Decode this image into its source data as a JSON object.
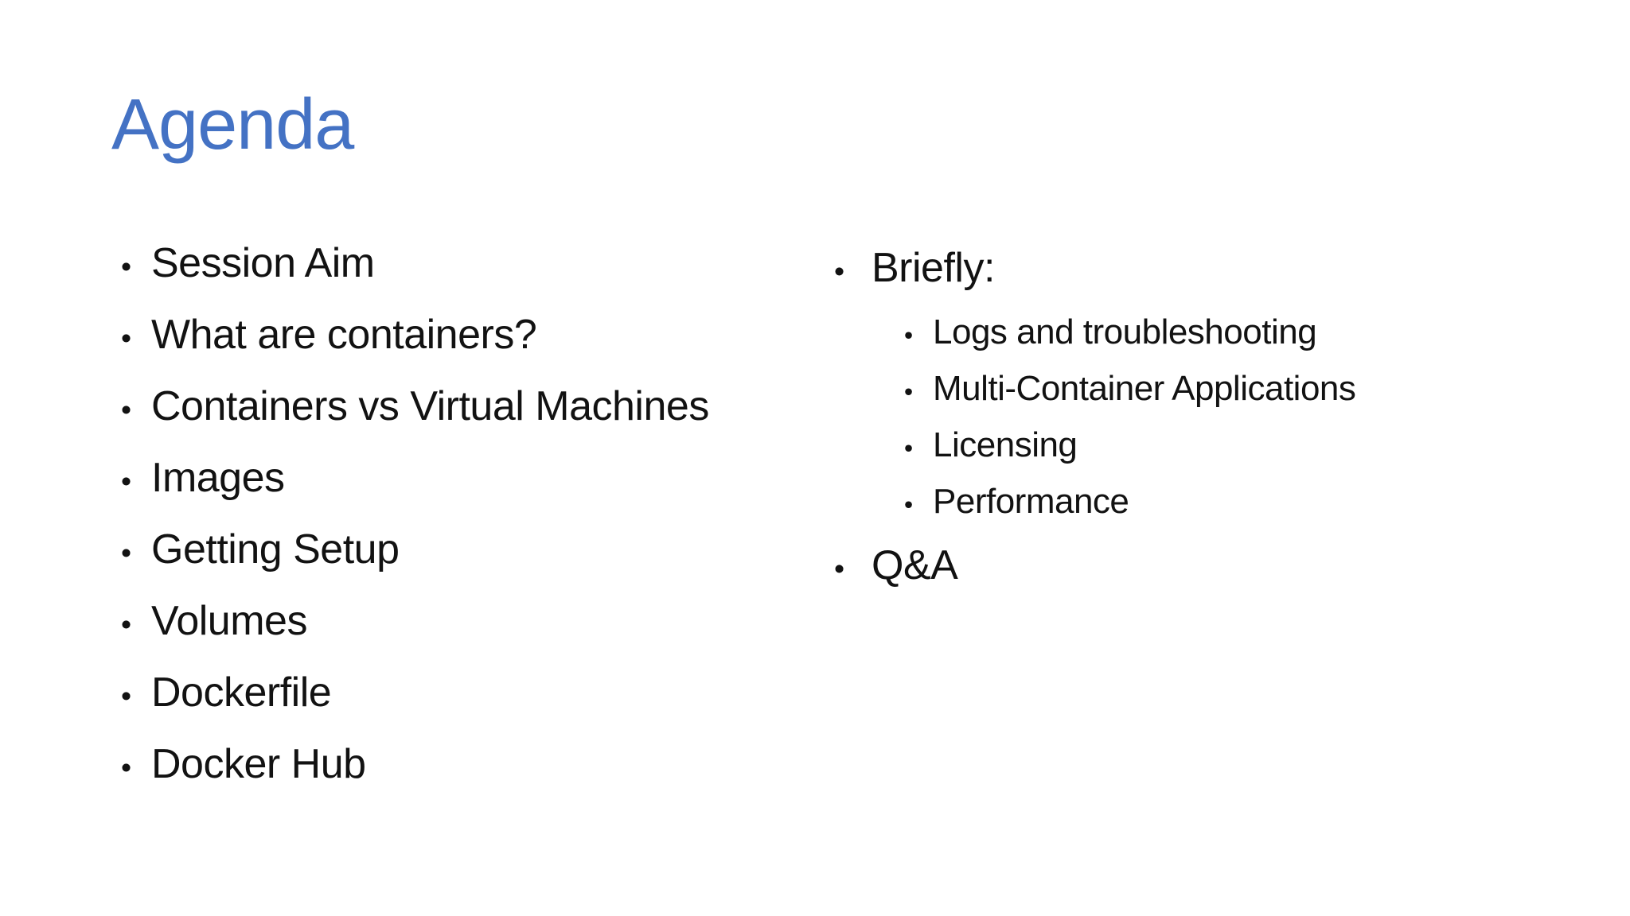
{
  "slide": {
    "title": "Agenda",
    "accent_color": "#4472C4",
    "text_color": "#121212",
    "background_color": "#FFFFFF",
    "bullet_char": "•",
    "left_column": {
      "items": [
        "Session Aim",
        "What are containers?",
        "Containers vs Virtual Machines",
        "Images",
        "Getting Setup",
        "Volumes",
        "Dockerfile",
        "Docker Hub"
      ]
    },
    "right_column": {
      "items": [
        {
          "label": "Briefly:",
          "sub_items": [
            "Logs and troubleshooting",
            "Multi-Container Applications",
            "Licensing",
            "Performance"
          ]
        },
        {
          "label": "Q&A",
          "sub_items": []
        }
      ]
    }
  }
}
